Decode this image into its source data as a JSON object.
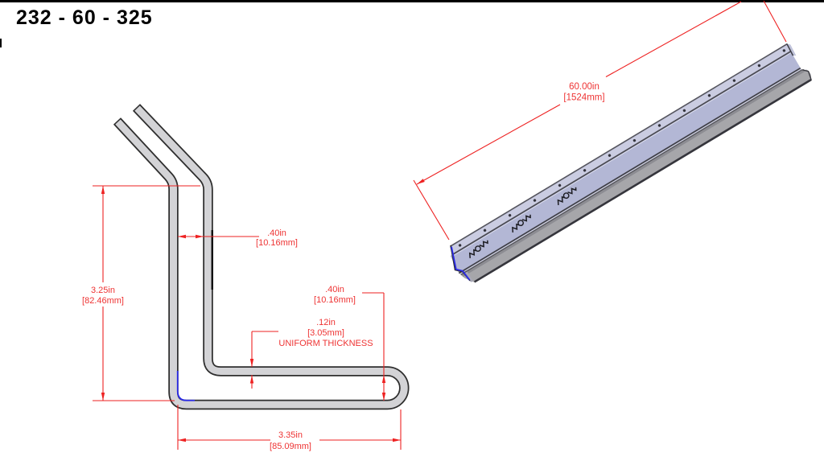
{
  "title": "232 - 60 - 325",
  "colors": {
    "annotation_red": "#ee2222",
    "part_fill_gray": "#d3d3d6",
    "part_outline": "#2e2e2e",
    "iso_face_lavender": "#b3b7d5",
    "iso_face_light": "#cacce1",
    "iso_flange_gray": "#a6a6aa",
    "edge_highlight_blue": "#2a2ae6"
  },
  "cross_section_view": {
    "dim_wall_gap": {
      "in": ".40in",
      "mm": "[10.16mm]"
    },
    "dim_height": {
      "in": "3.25in",
      "mm": "[82.46mm]"
    },
    "dim_hook_gap": {
      "in": ".40in",
      "mm": "[10.16mm]"
    },
    "dim_thickness": {
      "in": ".12in",
      "mm": "[3.05mm]",
      "note": "UNIFORM THICKNESS"
    },
    "dim_width": {
      "in": "3.35in",
      "mm": "[85.09mm]"
    }
  },
  "isometric_view": {
    "dim_length": {
      "in": "60.00in",
      "mm": "[1524mm]"
    },
    "hole_count": 14,
    "clip_count": 3
  }
}
